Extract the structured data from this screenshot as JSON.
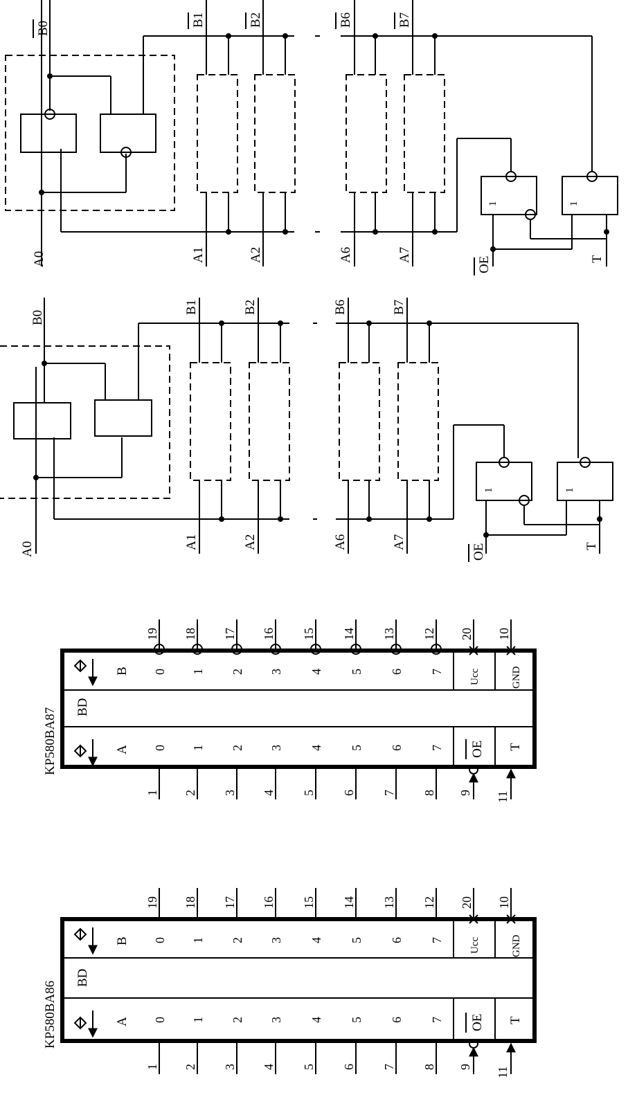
{
  "circuit_a": {
    "a_labels": [
      "A0",
      "A1",
      "A2",
      "A6",
      "A7"
    ],
    "b_labels": [
      "B0",
      "B1",
      "B2",
      "B6",
      "B7"
    ],
    "oe": "OE",
    "t": "T",
    "gate_label": "1"
  },
  "circuit_b": {
    "a_labels": [
      "A0",
      "A1",
      "A2",
      "A6",
      "A7"
    ],
    "b_labels": [
      "B0",
      "B1",
      "B2",
      "B6",
      "B7"
    ],
    "oe": "OE",
    "t": "T",
    "gate_label": "1"
  },
  "chip_87": {
    "title": "KP580BA87",
    "center_label": "BD",
    "port_a": "A",
    "port_b": "B",
    "bits": [
      "0",
      "1",
      "2",
      "3",
      "4",
      "5",
      "6",
      "7"
    ],
    "pins_a": [
      "1",
      "2",
      "3",
      "4",
      "5",
      "6",
      "7",
      "8"
    ],
    "pins_b": [
      "19",
      "18",
      "17",
      "16",
      "15",
      "14",
      "13",
      "12"
    ],
    "oe_label": "OE",
    "oe_pin": "9",
    "t_label": "T",
    "t_pin": "11",
    "ucc_label": "Ucc",
    "ucc_pin": "20",
    "gnd_label": "GND",
    "gnd_pin": "10"
  },
  "chip_86": {
    "title": "KP580BA86",
    "center_label": "BD",
    "port_a": "A",
    "port_b": "B",
    "bits": [
      "0",
      "1",
      "2",
      "3",
      "4",
      "5",
      "6",
      "7"
    ],
    "pins_a": [
      "1",
      "2",
      "3",
      "4",
      "5",
      "6",
      "7",
      "8"
    ],
    "pins_b": [
      "19",
      "18",
      "17",
      "16",
      "15",
      "14",
      "13",
      "12"
    ],
    "oe_label": "OE",
    "oe_pin": "9",
    "t_label": "T",
    "t_pin": "11",
    "ucc_label": "Ucc",
    "ucc_pin": "20",
    "gnd_label": "GND",
    "gnd_pin": "10"
  }
}
